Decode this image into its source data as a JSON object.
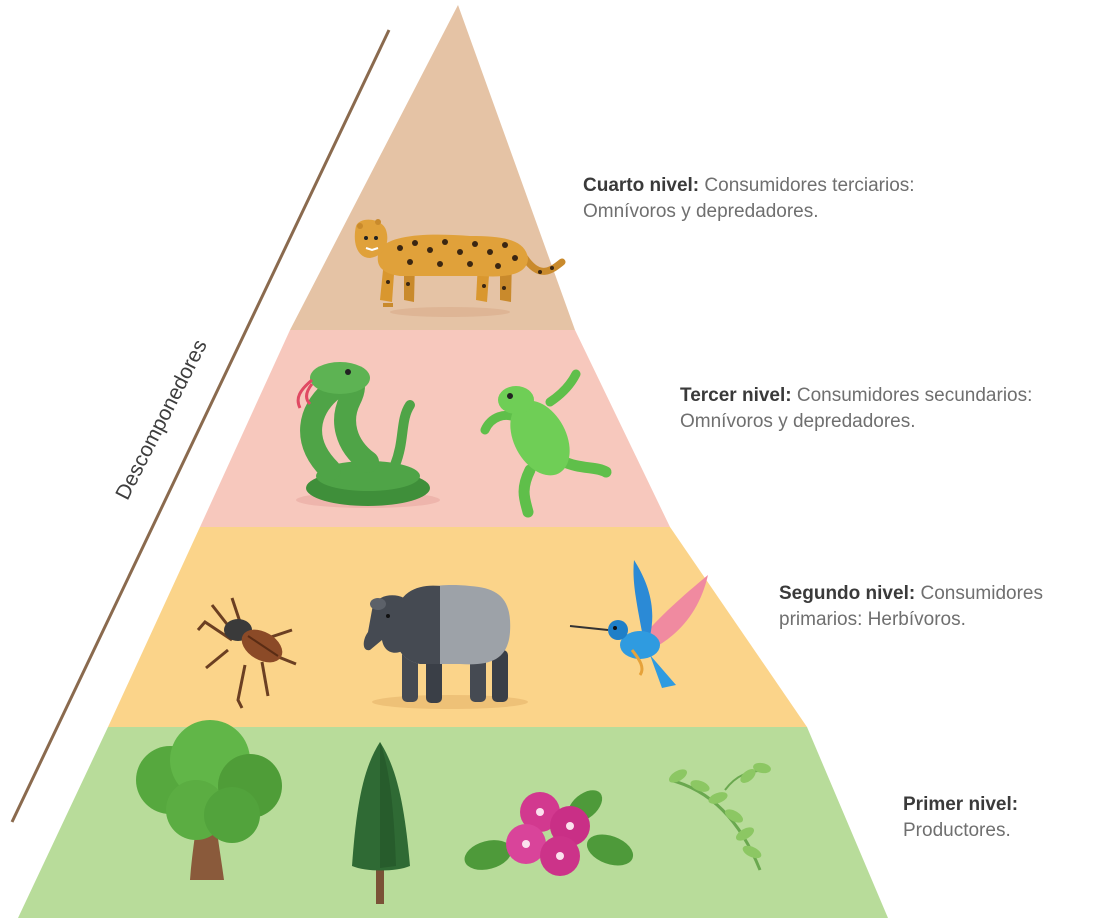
{
  "side_label": "Descomponedores",
  "levels": [
    {
      "title": "Cuarto nivel:",
      "line1": "Consumidores terciarios:",
      "line2": "Omnívoros y depredadores.",
      "color": "#e5c3a5"
    },
    {
      "title": "Tercer nivel:",
      "line1": "Consumidores secundarios:",
      "line2": "Omnívoros y depredadores.",
      "color": "#f7c8bd"
    },
    {
      "title": "Segundo nivel:",
      "line1": "Consumidores",
      "line2": "primarios: Herbívoros.",
      "color": "#fbd48a"
    },
    {
      "title": "Primer nivel:",
      "line1": "",
      "line2": "Productores.",
      "color": "#b8dc9a"
    }
  ],
  "colors": {
    "side_line": "#8a6a4e",
    "caption_text": "#6f6f6f",
    "caption_title": "#3a3a3a"
  },
  "icons": [
    "jaguar-icon",
    "snake-icon",
    "frog-icon",
    "beetle-icon",
    "tapir-icon",
    "hummingbird-icon",
    "tree-icon",
    "pine-tree-icon",
    "flower-icon",
    "herb-icon"
  ]
}
